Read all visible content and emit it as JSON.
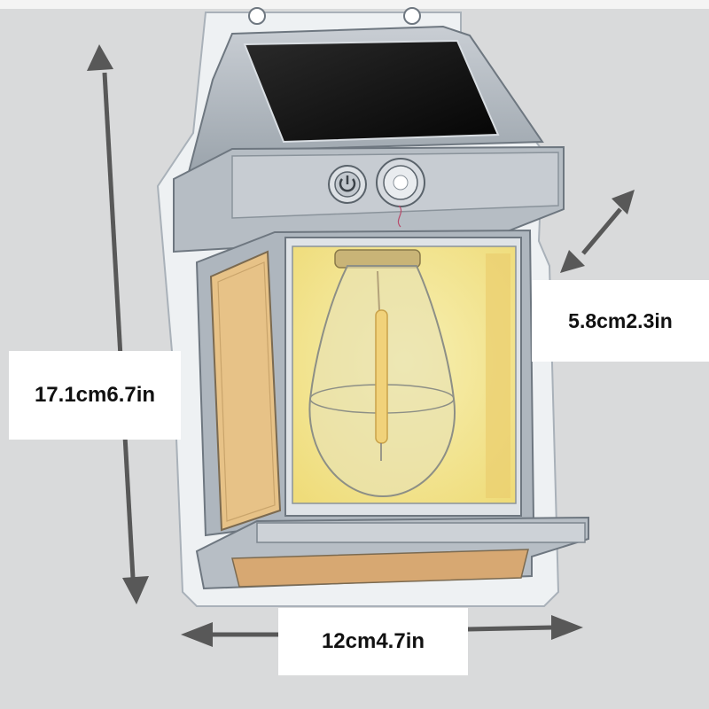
{
  "dimensions": {
    "height": "17.1cm6.7in",
    "depth": "5.8cm2.3in",
    "width": "12cm4.7in"
  },
  "colors": {
    "background": "#d9dadb",
    "lamp_body": "#b9c0c7",
    "lamp_outline": "#6e7780",
    "solar_panel": "#121212",
    "glass_glow": "#f3e58f",
    "side_panel": "#e7c287",
    "arrow": "#585858"
  },
  "icons": [
    "power-button-icon",
    "light-sensor-icon",
    "light-bulb-icon"
  ]
}
